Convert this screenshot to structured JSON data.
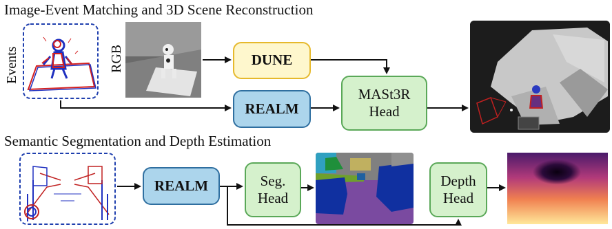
{
  "titles": {
    "top": "Image-Event Matching and 3D Scene Reconstruction",
    "bottom": "Semantic Segmentation and Depth Estimation"
  },
  "labels": {
    "events": "Events",
    "rgb": "RGB"
  },
  "boxes": {
    "dune": "DUNE",
    "realm_top": "REALM",
    "mast3r": "MASt3R\nHead",
    "realm_bottom": "REALM",
    "seg_head": "Seg.\nHead",
    "depth_head": "Depth\nHead"
  },
  "colors": {
    "yellow_fill": "#fef7cd",
    "yellow_border": "#e6b92c",
    "blue_fill": "#acd5ec",
    "blue_border": "#2f6fa0",
    "green_fill": "#d5f1cc",
    "green_border": "#5aa858",
    "dashed_frame": "#1f3fae"
  }
}
